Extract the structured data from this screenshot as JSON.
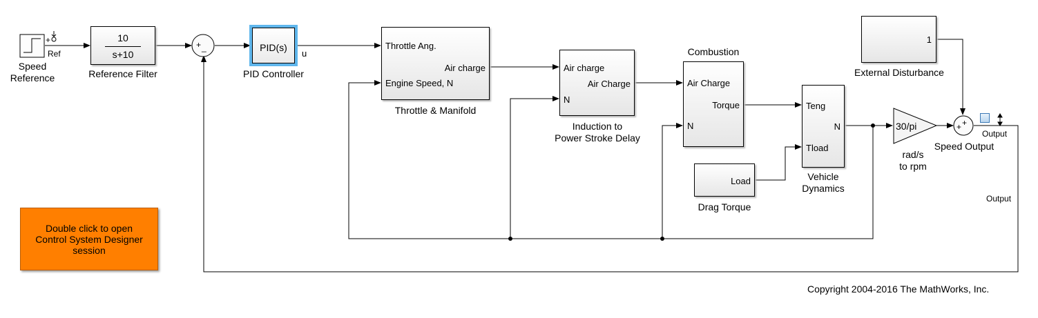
{
  "blocks": {
    "step": {
      "label_line1": "Speed",
      "label_line2": "Reference",
      "port_out": "Ref"
    },
    "filter": {
      "numerator": "10",
      "denominator": "s+10",
      "label": "Reference Filter"
    },
    "sum1": {
      "sign_top": "+",
      "sign_bottom": "_"
    },
    "pid": {
      "text": "PID(s)",
      "label": "PID Controller",
      "port_out": "u"
    },
    "throttle": {
      "port_in1": "Throttle Ang.",
      "port_in2": "Engine Speed, N",
      "port_out": "Air charge",
      "label": "Throttle & Manifold"
    },
    "induction": {
      "port_in1": "Air charge",
      "port_in2": "N",
      "port_out": "Air Charge",
      "label_line1": "Induction to",
      "label_line2": "Power Stroke Delay"
    },
    "combustion": {
      "title": "Combustion",
      "port_in1": "Air Charge",
      "port_in2": "N",
      "port_out": "Torque"
    },
    "vehicle": {
      "port_in1": "Teng",
      "port_in2": "Tload",
      "port_out": "N",
      "label_line1": "Vehicle",
      "label_line2": "Dynamics"
    },
    "drag": {
      "port_out": "Load",
      "label": "Drag Torque"
    },
    "disturbance": {
      "port_out": "1",
      "label": "External Disturbance"
    },
    "gain": {
      "text": "30/pi",
      "label_line1": "rad/s",
      "label_line2": "to rpm"
    },
    "sum2": {
      "sign_top": "+",
      "sign_left": "+",
      "label": "Speed Output"
    },
    "output": {
      "port_label": "Output",
      "line_label": "Output"
    }
  },
  "button": {
    "line1": "Double click to open",
    "line2": "Control System Designer",
    "line3": "session"
  },
  "copyright": "Copyright 2004-2016 The MathWorks, Inc.",
  "colors": {
    "pid_highlight": "#5fb6ec",
    "button": "#ff7f00",
    "scope": "#3a78b5"
  }
}
